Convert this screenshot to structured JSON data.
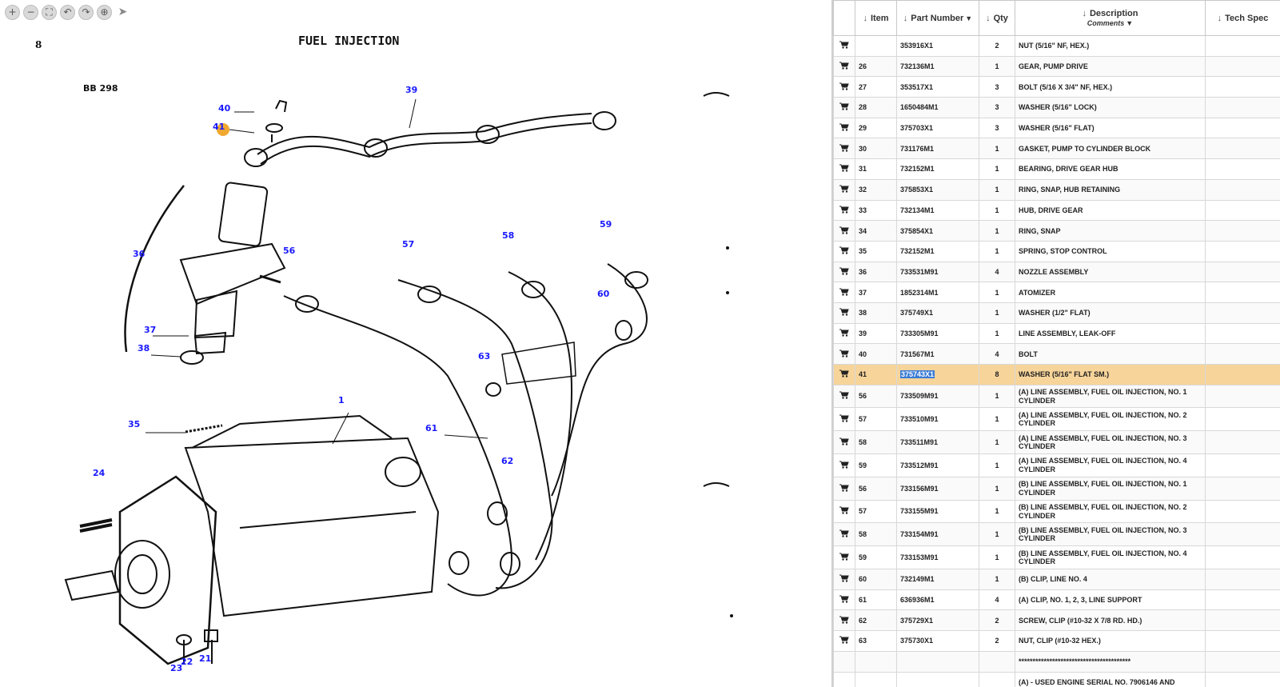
{
  "toolbar": {
    "buttons": [
      {
        "name": "zoom-in",
        "glyph": "+"
      },
      {
        "name": "zoom-out",
        "glyph": "−"
      },
      {
        "name": "fit-to-screen",
        "glyph": "⛶"
      },
      {
        "name": "rotate-left",
        "glyph": "↶"
      },
      {
        "name": "rotate-right",
        "glyph": "↷"
      },
      {
        "name": "pan",
        "glyph": "⊕"
      },
      {
        "name": "pointer",
        "glyph": "➤"
      }
    ]
  },
  "drawing": {
    "page_number": "8",
    "title": "FUEL INJECTION",
    "ref_code": "BB 298",
    "callouts": [
      "40",
      "41",
      "39",
      "36",
      "56",
      "57",
      "58",
      "59",
      "60",
      "37",
      "38",
      "63",
      "1",
      "61",
      "62",
      "35",
      "24",
      "22",
      "21",
      "23"
    ],
    "highlighted_callout": "41"
  },
  "table": {
    "columns": [
      {
        "key": "cart",
        "label": ""
      },
      {
        "key": "item",
        "label": "Item"
      },
      {
        "key": "part",
        "label": "Part Number"
      },
      {
        "key": "qty",
        "label": "Qty"
      },
      {
        "key": "desc",
        "label": "Description",
        "sublabel": "Comments"
      },
      {
        "key": "spec",
        "label": "Tech Spec"
      }
    ],
    "rows": [
      {
        "item": "",
        "part": "353916X1",
        "qty": "2",
        "desc": "NUT (5/16\" NF, HEX.)"
      },
      {
        "item": "26",
        "part": "732136M1",
        "qty": "1",
        "desc": "GEAR, PUMP DRIVE"
      },
      {
        "item": "27",
        "part": "353517X1",
        "qty": "3",
        "desc": "BOLT (5/16 X 3/4\" NF, HEX.)"
      },
      {
        "item": "28",
        "part": "1650484M1",
        "qty": "3",
        "desc": "WASHER (5/16\" LOCK)"
      },
      {
        "item": "29",
        "part": "375703X1",
        "qty": "3",
        "desc": "WASHER (5/16\" FLAT)"
      },
      {
        "item": "30",
        "part": "731176M1",
        "qty": "1",
        "desc": "GASKET, PUMP TO CYLINDER BLOCK"
      },
      {
        "item": "31",
        "part": "732152M1",
        "qty": "1",
        "desc": "BEARING, DRIVE GEAR HUB"
      },
      {
        "item": "32",
        "part": "375853X1",
        "qty": "1",
        "desc": "RING, SNAP, HUB RETAINING"
      },
      {
        "item": "33",
        "part": "732134M1",
        "qty": "1",
        "desc": "HUB, DRIVE GEAR"
      },
      {
        "item": "34",
        "part": "375854X1",
        "qty": "1",
        "desc": "RING, SNAP"
      },
      {
        "item": "35",
        "part": "732152M1",
        "qty": "1",
        "desc": "SPRING, STOP CONTROL"
      },
      {
        "item": "36",
        "part": "733531M91",
        "qty": "4",
        "desc": "NOZZLE ASSEMBLY"
      },
      {
        "item": "37",
        "part": "1852314M1",
        "qty": "1",
        "desc": "ATOMIZER"
      },
      {
        "item": "38",
        "part": "375749X1",
        "qty": "1",
        "desc": "WASHER (1/2\" FLAT)"
      },
      {
        "item": "39",
        "part": "733305M91",
        "qty": "1",
        "desc": "LINE ASSEMBLY, LEAK-OFF"
      },
      {
        "item": "40",
        "part": "731567M1",
        "qty": "4",
        "desc": "BOLT"
      },
      {
        "item": "41",
        "part": "375743X1",
        "qty": "8",
        "desc": "WASHER (5/16\" FLAT SM.)",
        "selected": true
      },
      {
        "item": "56",
        "part": "733509M91",
        "qty": "1",
        "desc": "(A) LINE ASSEMBLY, FUEL OIL INJECTION, NO. 1 CYLINDER",
        "tall": true
      },
      {
        "item": "57",
        "part": "733510M91",
        "qty": "1",
        "desc": "(A) LINE ASSEMBLY, FUEL OIL INJECTION, NO. 2 CYLINDER",
        "tall": true
      },
      {
        "item": "58",
        "part": "733511M91",
        "qty": "1",
        "desc": "(A) LINE ASSEMBLY, FUEL OIL INJECTION, NO. 3 CYLINDER",
        "tall": true
      },
      {
        "item": "59",
        "part": "733512M91",
        "qty": "1",
        "desc": "(A) LINE ASSEMBLY, FUEL OIL INJECTION, NO. 4 CYLINDER",
        "tall": true
      },
      {
        "item": "56",
        "part": "733156M91",
        "qty": "1",
        "desc": "(B) LINE ASSEMBLY, FUEL OIL INJECTION, NO. 1 CYLINDER",
        "tall": true
      },
      {
        "item": "57",
        "part": "733155M91",
        "qty": "1",
        "desc": "(B) LINE ASSEMBLY, FUEL OIL INJECTION, NO. 2 CYLINDER",
        "tall": true
      },
      {
        "item": "58",
        "part": "733154M91",
        "qty": "1",
        "desc": "(B) LINE ASSEMBLY, FUEL OIL INJECTION, NO. 3 CYLINDER",
        "tall": true
      },
      {
        "item": "59",
        "part": "733153M91",
        "qty": "1",
        "desc": "(B) LINE ASSEMBLY, FUEL OIL INJECTION, NO. 4 CYLINDER",
        "tall": true
      },
      {
        "item": "60",
        "part": "732149M1",
        "qty": "1",
        "desc": "(B) CLIP, LINE NO. 4"
      },
      {
        "item": "61",
        "part": "636936M1",
        "qty": "4",
        "desc": "(A) CLIP, NO. 1, 2, 3, LINE SUPPORT"
      },
      {
        "item": "62",
        "part": "375729X1",
        "qty": "2",
        "desc": "SCREW, CLIP (#10-32 X 7/8 RD. HD.)"
      },
      {
        "item": "63",
        "part": "375730X1",
        "qty": "2",
        "desc": "NUT, CLIP (#10-32 HEX.)"
      },
      {
        "item": "",
        "part": "",
        "qty": "",
        "desc": "****************************************"
      },
      {
        "item": "",
        "part": "",
        "qty": "",
        "desc": "(A) - USED ENGINE SERIAL NO. 7906146 AND"
      }
    ]
  },
  "colors": {
    "selected_row": "#f7d49a",
    "callout_text": "#1a1aff",
    "callout_highlight": "#f0a830",
    "part_highlight": "#3a7bd5"
  }
}
